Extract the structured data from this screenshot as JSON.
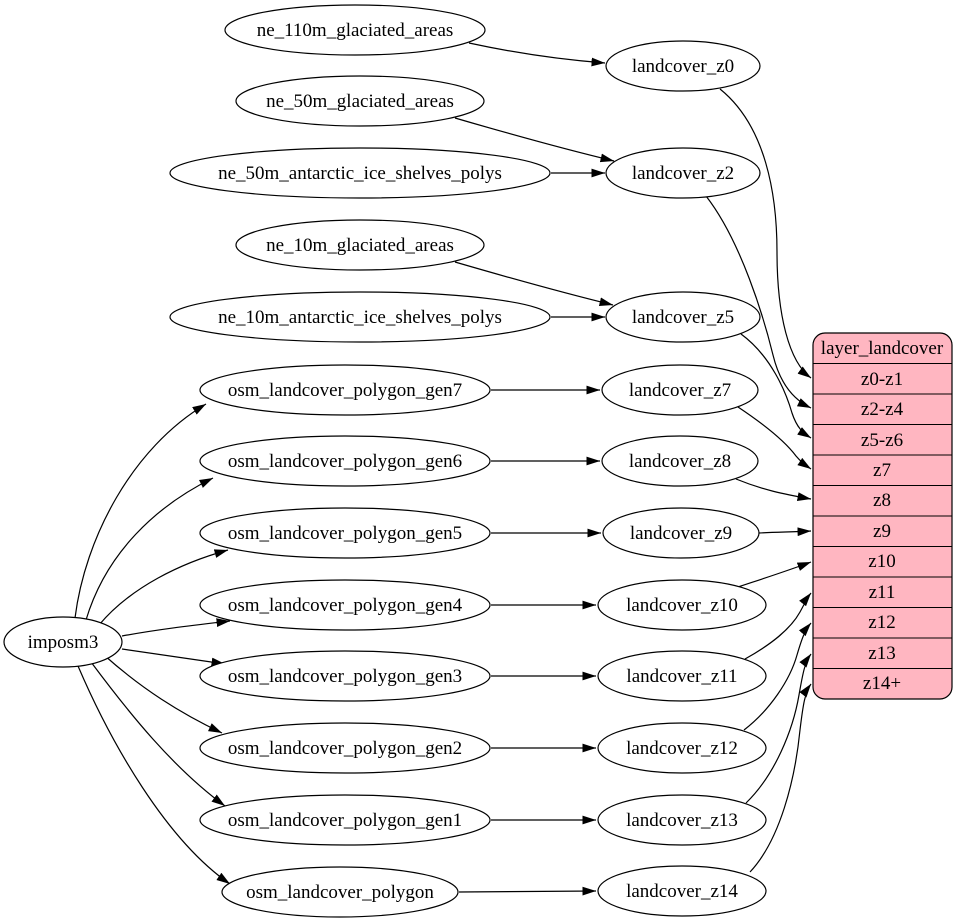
{
  "diagram": {
    "type": "dependency-graph",
    "root": "imposm3",
    "sources": [
      "ne_110m_glaciated_areas",
      "ne_50m_glaciated_areas",
      "ne_50m_antarctic_ice_shelves_polys",
      "ne_10m_glaciated_areas",
      "ne_10m_antarctic_ice_shelves_polys",
      "osm_landcover_polygon_gen7",
      "osm_landcover_polygon_gen6",
      "osm_landcover_polygon_gen5",
      "osm_landcover_polygon_gen4",
      "osm_landcover_polygon_gen3",
      "osm_landcover_polygon_gen2",
      "osm_landcover_polygon_gen1",
      "osm_landcover_polygon"
    ],
    "stages": [
      "landcover_z0",
      "landcover_z2",
      "landcover_z5",
      "landcover_z7",
      "landcover_z8",
      "landcover_z9",
      "landcover_z10",
      "landcover_z11",
      "landcover_z12",
      "landcover_z13",
      "landcover_z14"
    ],
    "table": {
      "title": "layer_landcover",
      "rows": [
        "z0-z1",
        "z2-z4",
        "z5-z6",
        "z7",
        "z8",
        "z9",
        "z10",
        "z11",
        "z12",
        "z13",
        "z14+"
      ]
    },
    "edges": [
      {
        "from": "ne_110m_glaciated_areas",
        "to": "landcover_z0"
      },
      {
        "from": "ne_50m_glaciated_areas",
        "to": "landcover_z2"
      },
      {
        "from": "ne_50m_antarctic_ice_shelves_polys",
        "to": "landcover_z2"
      },
      {
        "from": "ne_10m_glaciated_areas",
        "to": "landcover_z5"
      },
      {
        "from": "ne_10m_antarctic_ice_shelves_polys",
        "to": "landcover_z5"
      },
      {
        "from": "imposm3",
        "to": "osm_landcover_polygon_gen7"
      },
      {
        "from": "imposm3",
        "to": "osm_landcover_polygon_gen6"
      },
      {
        "from": "imposm3",
        "to": "osm_landcover_polygon_gen5"
      },
      {
        "from": "imposm3",
        "to": "osm_landcover_polygon_gen4"
      },
      {
        "from": "imposm3",
        "to": "osm_landcover_polygon_gen3"
      },
      {
        "from": "imposm3",
        "to": "osm_landcover_polygon_gen2"
      },
      {
        "from": "imposm3",
        "to": "osm_landcover_polygon_gen1"
      },
      {
        "from": "imposm3",
        "to": "osm_landcover_polygon"
      },
      {
        "from": "osm_landcover_polygon_gen7",
        "to": "landcover_z7"
      },
      {
        "from": "osm_landcover_polygon_gen6",
        "to": "landcover_z8"
      },
      {
        "from": "osm_landcover_polygon_gen5",
        "to": "landcover_z9"
      },
      {
        "from": "osm_landcover_polygon_gen4",
        "to": "landcover_z10"
      },
      {
        "from": "osm_landcover_polygon_gen3",
        "to": "landcover_z11"
      },
      {
        "from": "osm_landcover_polygon_gen2",
        "to": "landcover_z12"
      },
      {
        "from": "osm_landcover_polygon_gen1",
        "to": "landcover_z13"
      },
      {
        "from": "osm_landcover_polygon",
        "to": "landcover_z14"
      },
      {
        "from": "landcover_z0",
        "to": "z0-z1"
      },
      {
        "from": "landcover_z2",
        "to": "z2-z4"
      },
      {
        "from": "landcover_z5",
        "to": "z5-z6"
      },
      {
        "from": "landcover_z7",
        "to": "z7"
      },
      {
        "from": "landcover_z8",
        "to": "z8"
      },
      {
        "from": "landcover_z9",
        "to": "z9"
      },
      {
        "from": "landcover_z10",
        "to": "z10"
      },
      {
        "from": "landcover_z11",
        "to": "z11"
      },
      {
        "from": "landcover_z12",
        "to": "z12"
      },
      {
        "from": "landcover_z13",
        "to": "z13"
      },
      {
        "from": "landcover_z14",
        "to": "z14+"
      }
    ],
    "colors": {
      "background": "#ffffff",
      "node_fill": "#ffffff",
      "node_stroke": "#000000",
      "edge": "#000000",
      "table_fill": "#ffb6c1",
      "text": "#000000"
    }
  }
}
